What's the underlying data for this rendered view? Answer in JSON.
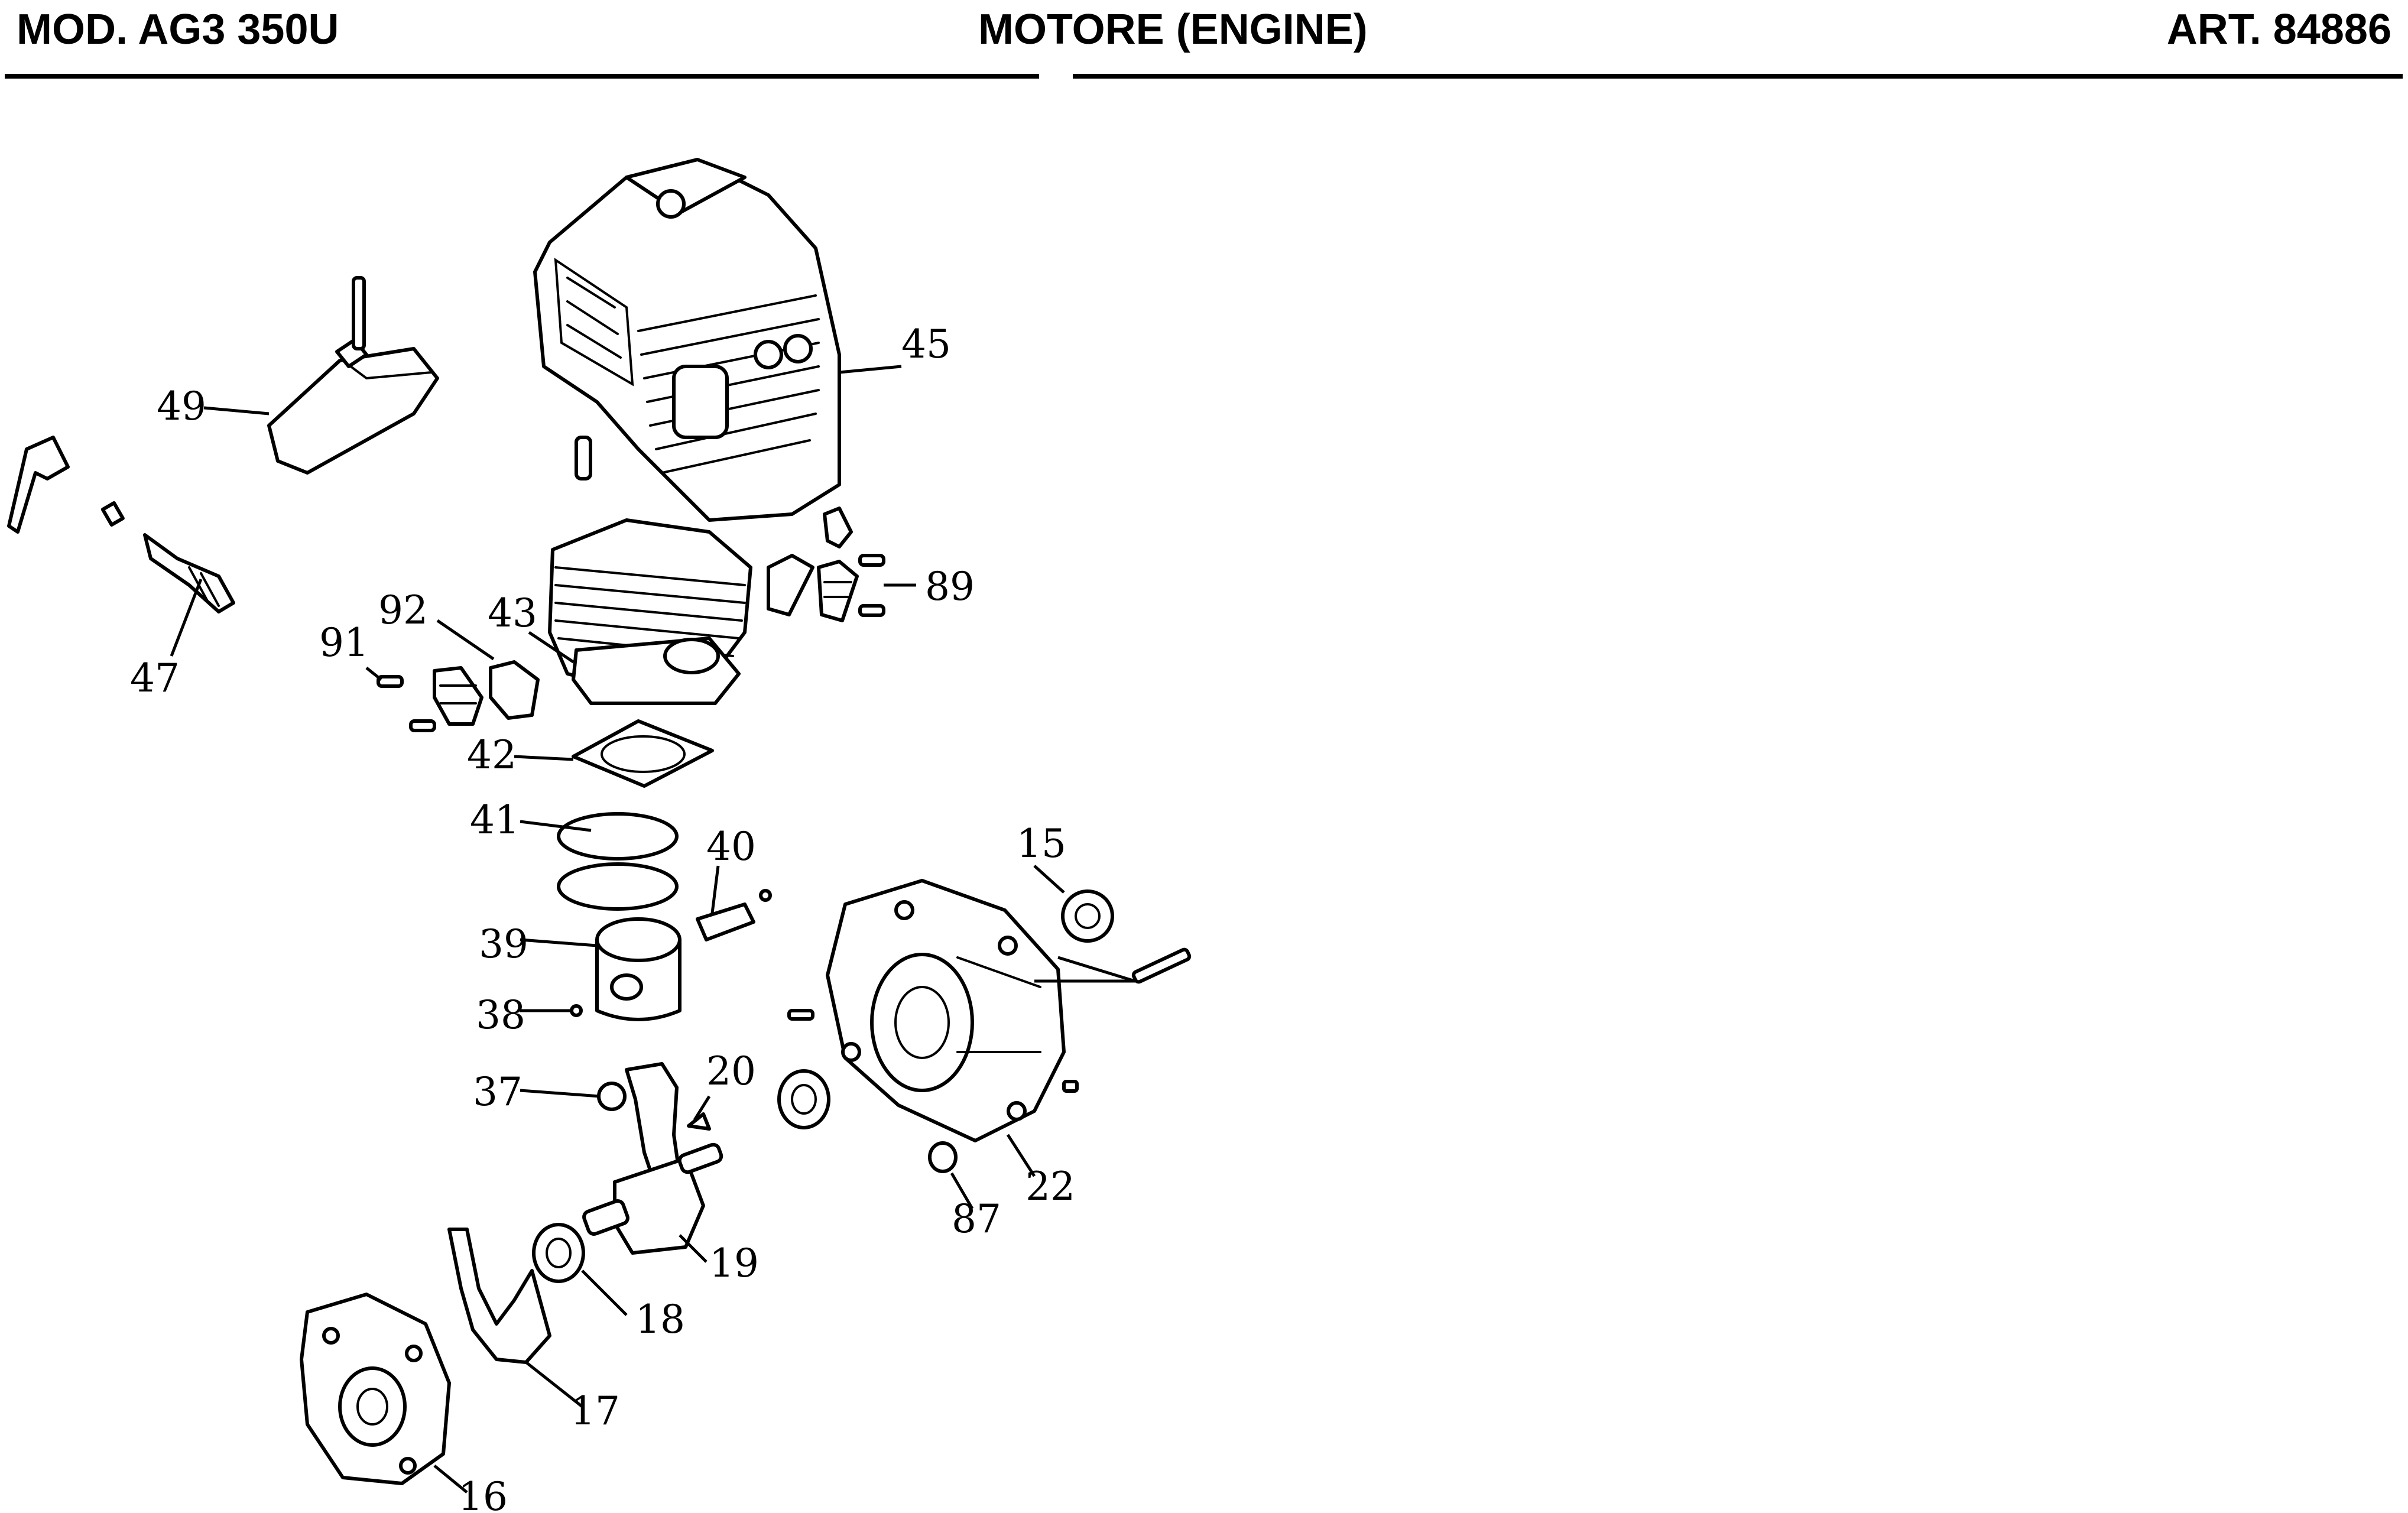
{
  "header": {
    "model": "MOD. AG3 350U",
    "title": "MOTORE (ENGINE)",
    "article": "ART. 84886"
  },
  "parts": [
    {
      "id": "cylinder-cover",
      "label": "45"
    },
    {
      "id": "air-cover",
      "label": "49"
    },
    {
      "id": "spark-plug",
      "label": "47"
    },
    {
      "id": "cylinder",
      "label": "43"
    },
    {
      "id": "insulator-left",
      "label": "92"
    },
    {
      "id": "muffler-mount-left",
      "label": "91"
    },
    {
      "id": "muffler-mount-right",
      "label": "89"
    },
    {
      "id": "cylinder-gasket",
      "label": "42"
    },
    {
      "id": "piston-ring",
      "label": "41"
    },
    {
      "id": "piston-pin",
      "label": "40"
    },
    {
      "id": "piston",
      "label": "39"
    },
    {
      "id": "circlip",
      "label": "38"
    },
    {
      "id": "needle-bearing",
      "label": "37"
    },
    {
      "id": "woodruff-key",
      "label": "20"
    },
    {
      "id": "oil-seal",
      "label": "15"
    },
    {
      "id": "crankcase-right",
      "label": "22"
    },
    {
      "id": "plug",
      "label": "87"
    },
    {
      "id": "crankshaft",
      "label": "19"
    },
    {
      "id": "bearing",
      "label": "18"
    },
    {
      "id": "crankcase-gasket",
      "label": "17"
    },
    {
      "id": "crankcase-left",
      "label": "16"
    }
  ]
}
